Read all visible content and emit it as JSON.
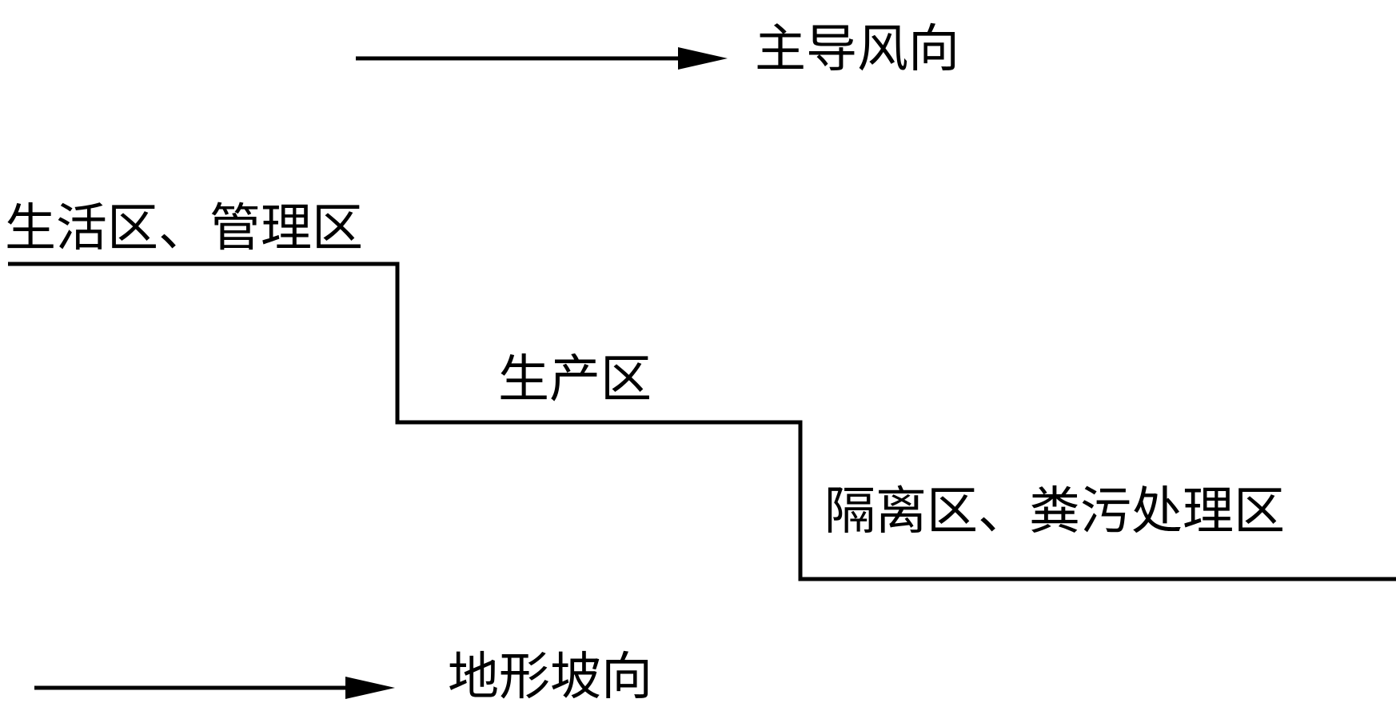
{
  "wind": {
    "label": "主导风向"
  },
  "slope": {
    "label": "地形坡向"
  },
  "zones": [
    {
      "label": "生活区、管理区"
    },
    {
      "label": "生产区"
    },
    {
      "label": "隔离区、粪污处理区"
    }
  ],
  "colors": {
    "line": "#000000",
    "background": "#ffffff"
  }
}
